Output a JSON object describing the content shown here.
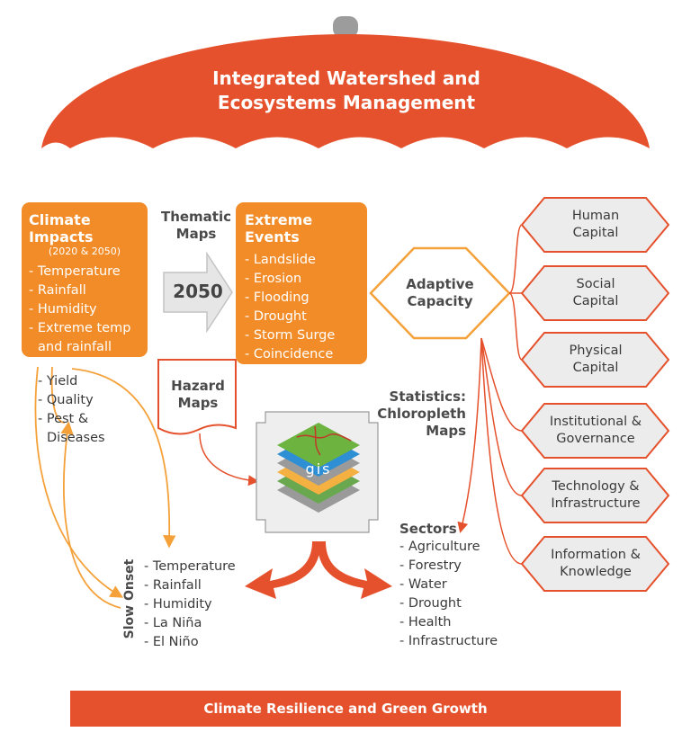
{
  "umbrella": {
    "title_line1": "Integrated Watershed and",
    "title_line2": "Ecosystems Management"
  },
  "climate_impacts": {
    "title": "Climate Impacts",
    "subtitle": "(2020 & 2050)",
    "items": [
      "Temperature",
      "Rainfall",
      "Humidity",
      "Extreme temp",
      "and rainfall"
    ]
  },
  "thematic_maps": {
    "line1": "Thematic",
    "line2": "Maps"
  },
  "arrow_label": "2050",
  "extreme_events": {
    "title": "Extreme Events",
    "items": [
      "Landslide",
      "Erosion",
      "Flooding",
      "Drought",
      "Storm Surge",
      "Coincidence"
    ]
  },
  "adaptive_capacity": {
    "line1": "Adaptive",
    "line2": "Capacity"
  },
  "capitals": [
    {
      "line1": "Human",
      "line2": "Capital"
    },
    {
      "line1": "Social",
      "line2": "Capital"
    },
    {
      "line1": "Physical",
      "line2": "Capital"
    },
    {
      "line1": "Institutional &",
      "line2": "Governance"
    },
    {
      "line1": "Technology &",
      "line2": "Infrastructure"
    },
    {
      "line1": "Information &",
      "line2": "Knowledge"
    }
  ],
  "crop_impacts": {
    "items": [
      "Yield",
      "Quality",
      "Pest &"
    ],
    "continued": "Diseases"
  },
  "hazard_maps": {
    "line1": "Hazard",
    "line2": "Maps"
  },
  "statistics": {
    "line1": "Statistics:",
    "line2": "Chloropleth",
    "line3": "Maps"
  },
  "gis_label": "GIS",
  "slow_onset": {
    "title": "Slow Onset",
    "items": [
      "Temperature",
      "Rainfall",
      "Humidity",
      "La Niña",
      "El Niño"
    ]
  },
  "sectors": {
    "title": "Sectors",
    "items": [
      "Agriculture",
      "Forestry",
      "Water",
      "Drought",
      "Health",
      "Infrastructure"
    ]
  },
  "bottom_banner": "Climate Resilience and Green Growth",
  "colors": {
    "umbrella_red": "#e5512c",
    "box_orange": "#f28c28",
    "line_orange": "#f5a13a",
    "line_red": "#e5512c",
    "hex_fill": "#ececec",
    "hex_border": "#e5512c"
  }
}
